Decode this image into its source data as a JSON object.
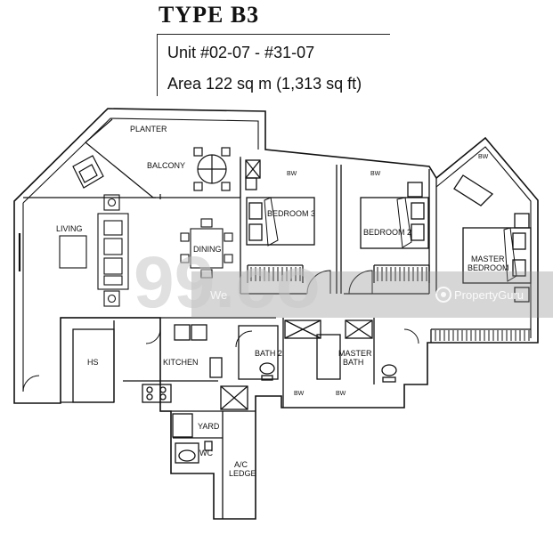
{
  "header": {
    "title": "TYPE B3",
    "unit_line": "Unit  #02-07 - #31-07",
    "area_line": "Area  122 sq m (1,313 sq ft)"
  },
  "rooms": {
    "planter": "PLANTER",
    "balcony": "BALCONY",
    "living": "LIVING",
    "dining": "DINING",
    "bedroom3": "BEDROOM 3",
    "bedroom2": "BEDROOM 2",
    "master_bedroom_1": "MASTER",
    "master_bedroom_2": "BEDROOM",
    "hs": "HS",
    "kitchen": "KITCHEN",
    "bath2": "BATH 2",
    "master_bath_1": "MASTER",
    "master_bath_2": "BATH",
    "yard": "YARD",
    "wc": "WC",
    "ac_ledge_1": "A/C",
    "ac_ledge_2": "LEDGE",
    "bw": "BW"
  },
  "watermark": {
    "logo_text": "99.co",
    "site_text": "We",
    "brand_text": "PropertyGuru"
  },
  "colors": {
    "line": "#111111",
    "watermark": "#c8c8c8",
    "watermark_band": "#7f7f7f"
  }
}
